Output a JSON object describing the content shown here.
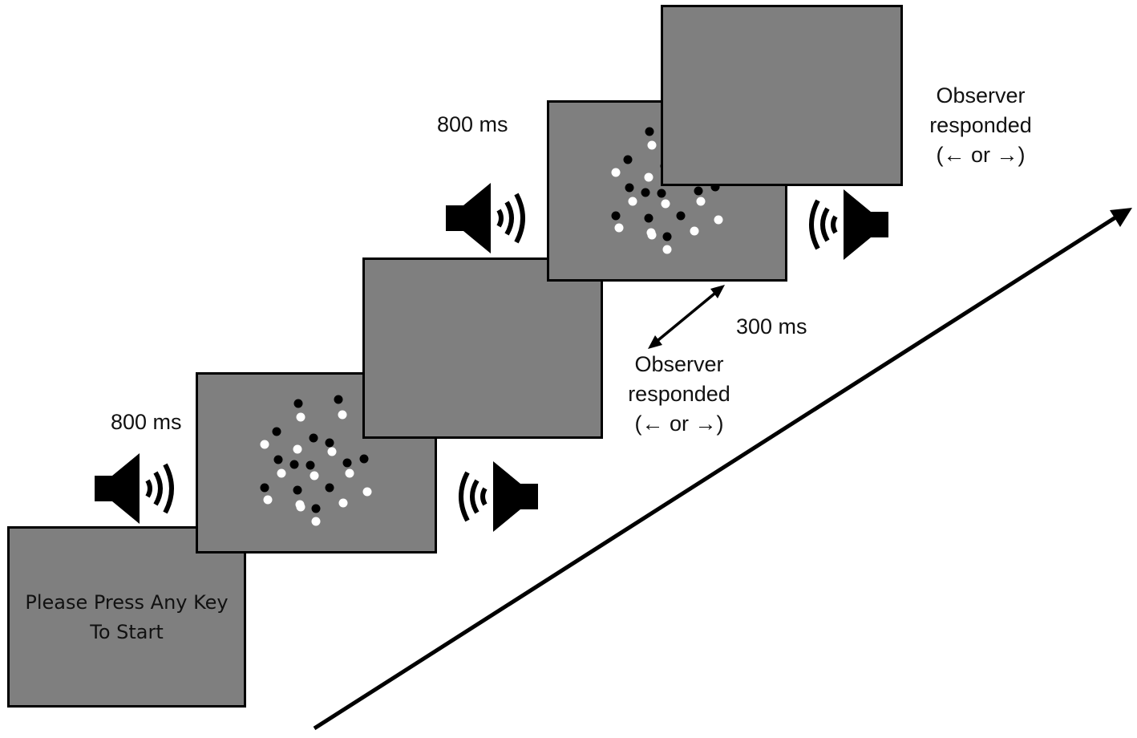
{
  "start_screen": {
    "line1": "Please Press Any Key",
    "line2": "To Start"
  },
  "durations": {
    "stimulus_1": "800 ms",
    "stimulus_2": "800 ms",
    "interval": "300 ms"
  },
  "responses": {
    "response_1": {
      "line1": "Observer",
      "line2": "responded",
      "line3": "(← or →)"
    },
    "response_2": {
      "line1": "Observer",
      "line2": "responded",
      "line3": "(← or →)"
    }
  },
  "icons": {
    "speaker_on": "speaker-sound-on-icon",
    "speaker_off": "speaker-sound-off-icon"
  },
  "colors": {
    "screen_fill": "#7f7f7f",
    "dot_black": "#000000",
    "dot_white": "#ffffff"
  }
}
